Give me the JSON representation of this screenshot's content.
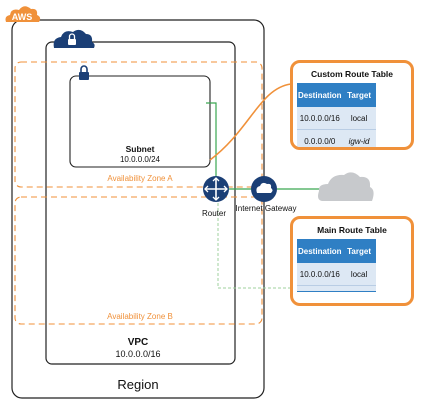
{
  "aws": {
    "badge": "AWS"
  },
  "region": {
    "label": "Region"
  },
  "vpc": {
    "label": "VPC",
    "cidr": "10.0.0.0/16"
  },
  "subnet": {
    "label": "Subnet",
    "cidr": "10.0.0.0/24"
  },
  "zones": {
    "a": "Availability Zone A",
    "b": "Availability Zone B"
  },
  "router": {
    "label": "Router"
  },
  "gateway": {
    "label": "Internet Gateway"
  },
  "custom_route_table": {
    "title": "Custom Route Table",
    "headers": [
      "Destination",
      "Target"
    ],
    "rows": [
      {
        "destination": "10.0.0.0/16",
        "target": "local"
      },
      {
        "destination": "0.0.0.0/0",
        "target": "igw-id"
      }
    ]
  },
  "main_route_table": {
    "title": "Main Route Table",
    "headers": [
      "Destination",
      "Target"
    ],
    "rows": [
      {
        "destination": "10.0.0.0/16",
        "target": "local"
      }
    ]
  },
  "colors": {
    "orange": "#f0913a",
    "blue_header": "#2f7fc4",
    "row_fill": "#dde8f4",
    "navy_icon": "#1b3f76",
    "green_route": "#3aa651",
    "cloud_grey": "#c7c9cc"
  }
}
